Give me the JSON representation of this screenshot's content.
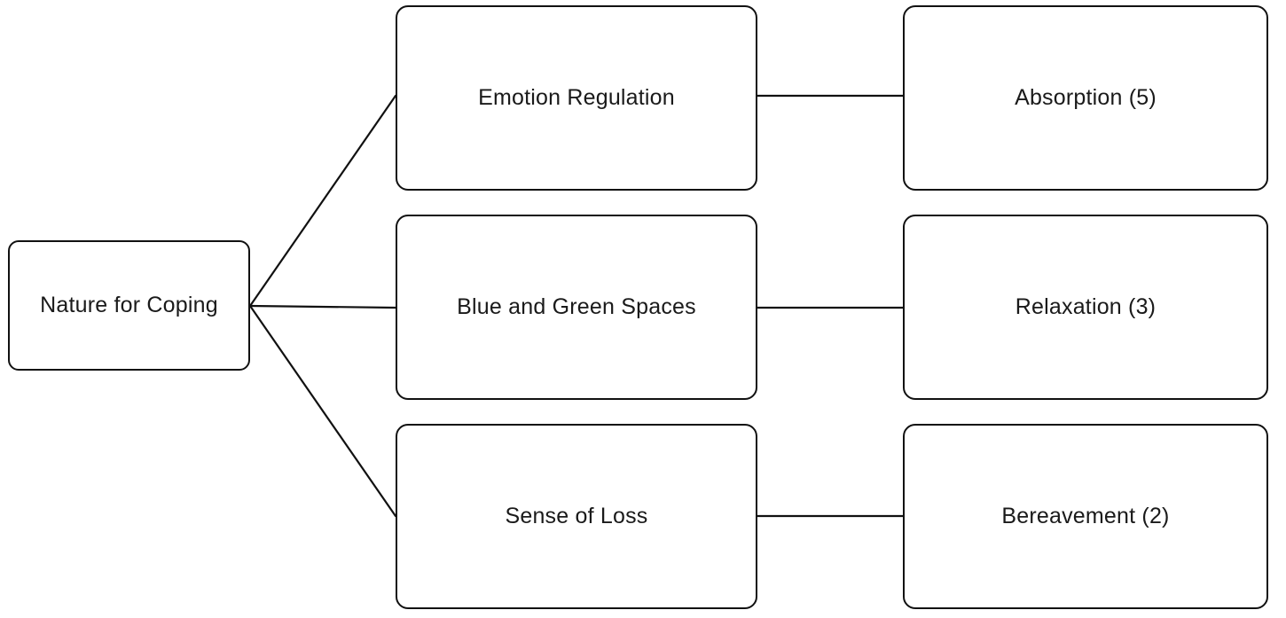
{
  "diagram": {
    "root": {
      "label": "Nature for Coping"
    },
    "branches": [
      {
        "theme": "Emotion Regulation",
        "subtheme": "Absorption (5)"
      },
      {
        "theme": "Blue and Green Spaces",
        "subtheme": "Relaxation (3)"
      },
      {
        "theme": "Sense of Loss",
        "subtheme": "Bereavement (2)"
      }
    ]
  }
}
